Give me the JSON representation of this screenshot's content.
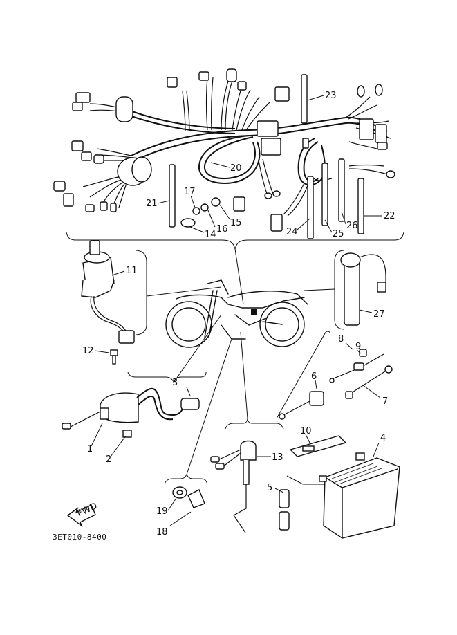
{
  "document_code": "3ET010-8400",
  "fwd_label": "FWD",
  "callouts": [
    {
      "id": "c1",
      "text": "1"
    },
    {
      "id": "c2",
      "text": "2"
    },
    {
      "id": "c3",
      "text": "3"
    },
    {
      "id": "c4",
      "text": "4"
    },
    {
      "id": "c5",
      "text": "5"
    },
    {
      "id": "c6",
      "text": "6"
    },
    {
      "id": "c7",
      "text": "7"
    },
    {
      "id": "c8",
      "text": "8"
    },
    {
      "id": "c9",
      "text": "9"
    },
    {
      "id": "c10",
      "text": "10"
    },
    {
      "id": "c11",
      "text": "11"
    },
    {
      "id": "c12",
      "text": "12"
    },
    {
      "id": "c13",
      "text": "13"
    },
    {
      "id": "c14",
      "text": "14"
    },
    {
      "id": "c15",
      "text": "15"
    },
    {
      "id": "c16",
      "text": "16"
    },
    {
      "id": "c17",
      "text": "17"
    },
    {
      "id": "c18",
      "text": "18"
    },
    {
      "id": "c19",
      "text": "19"
    },
    {
      "id": "c20",
      "text": "20"
    },
    {
      "id": "c21",
      "text": "21"
    },
    {
      "id": "c22",
      "text": "22"
    },
    {
      "id": "c23",
      "text": "23"
    },
    {
      "id": "c24",
      "text": "24"
    },
    {
      "id": "c25",
      "text": "25"
    },
    {
      "id": "c26",
      "text": "26"
    },
    {
      "id": "c27",
      "text": "27"
    }
  ]
}
